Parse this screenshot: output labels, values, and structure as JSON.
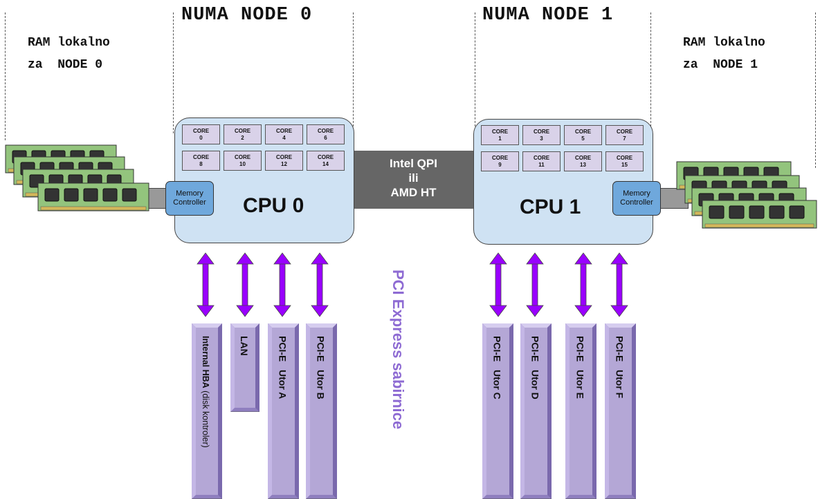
{
  "numa": [
    {
      "title": "NUMA NODE 0",
      "ram_label": "RAM lokalno\nza  NODE 0",
      "cpu_label": "CPU 0",
      "cores": [
        "0",
        "2",
        "4",
        "6",
        "8",
        "10",
        "12",
        "14"
      ]
    },
    {
      "title": "NUMA NODE 1",
      "ram_label": "RAM lokalno\nza  NODE 1",
      "cpu_label": "CPU 1",
      "cores": [
        "1",
        "3",
        "5",
        "7",
        "9",
        "11",
        "13",
        "15"
      ]
    }
  ],
  "core_prefix": "CORE",
  "memory_controller": "Memory\nController",
  "interconnect": "Intel QPI\nili\nAMD HT",
  "bus_label": "PCI Express sabirnice",
  "slots": [
    {
      "label": "Internal HBA",
      "sub": " (disk kontroler)"
    },
    {
      "label": "LAN"
    },
    {
      "label": "PCI-E   Utor A"
    },
    {
      "label": "PCI-E   Utor B"
    },
    {
      "label": "PCI-E   Utor C"
    },
    {
      "label": "PCI-E   Utor D"
    },
    {
      "label": "PCI-E   Utor E"
    },
    {
      "label": "PCI-E   Utor F"
    }
  ],
  "colors": {
    "cpu_fill": "#cfe2f3",
    "core_fill": "#d9d2e9",
    "memctl_fill": "#6fa8dc",
    "interconnect": "#666666",
    "arrow": "#9900ff",
    "slot_fill": "#b4a7d6",
    "ram_pcb": "#93c47d",
    "bus_label": "#8e6bd3"
  }
}
